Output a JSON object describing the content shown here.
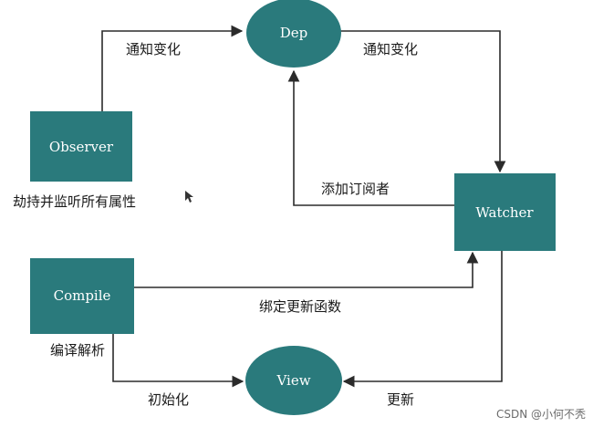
{
  "nodes": {
    "dep": "Dep",
    "observer": "Observer",
    "watcher": "Watcher",
    "compile": "Compile",
    "view": "View"
  },
  "labels": {
    "observer_to_dep": "通知变化",
    "dep_to_watcher": "通知变化",
    "observer_desc": "劫持并监听所有属性",
    "watcher_to_dep": "添加订阅者",
    "compile_to_watcher": "绑定更新函数",
    "compile_desc": "编译解析",
    "compile_to_view": "初始化",
    "watcher_to_view": "更新"
  },
  "colors": {
    "node_fill": "#2a7a7c",
    "line": "#2b2b2b"
  },
  "watermark": "CSDN @小何不秃"
}
